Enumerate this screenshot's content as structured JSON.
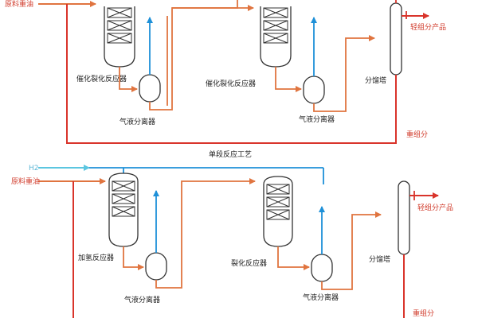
{
  "colors": {
    "red": "#d9342b",
    "orange": "#e0743f",
    "blue": "#1e90d8",
    "cyan": "#5cc6e0",
    "vessel": "#333333"
  },
  "top": {
    "feed_label": "原料重油",
    "reactor1_label": "催化裂化反应器",
    "separator1_label": "气液分离器",
    "reactor2_label": "催化裂化反应器",
    "separator2_label": "气液分离器",
    "fractionator_label": "分馏塔",
    "light_product_label": "轻组分产品",
    "heavy_label": "重组分",
    "caption": "单段反应工艺"
  },
  "bottom": {
    "h2_label": "H2",
    "feed_label": "原料重油",
    "reactor1_label": "加氢反应器",
    "separator1_label": "气液分离器",
    "reactor2_label": "裂化反应器",
    "separator2_label": "气液分离器",
    "fractionator_label": "分馏塔",
    "light_product_label": "轻组分产品",
    "heavy_label": "重组分"
  }
}
